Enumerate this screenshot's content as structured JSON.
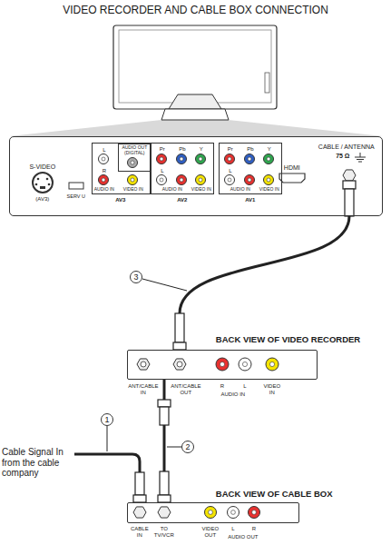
{
  "diagram": {
    "title": "VIDEO RECORDER AND CABLE BOX CONNECTION",
    "nodes": [
      {
        "text": [
          "S-VIDEO",
          "(AV3)",
          "SERV U",
          "HDMI",
          "CABLE / ANTENNA",
          "75 Ω"
        ]
      },
      {
        "text": [
          "AV3",
          "L",
          "R",
          "AUDIO IN",
          "VIDEO IN"
        ],
        "in": 0
      },
      {
        "text": [
          "AUDIO OUT (DIGITAL)"
        ],
        "in": 1
      },
      {
        "text": [
          "AV2",
          "Pr",
          "Pb",
          "Y",
          "L",
          "AUDIO IN",
          "VIDEO IN"
        ],
        "in": 0
      },
      {
        "text": [
          "AV1",
          "Pr",
          "Pb",
          "Y",
          "L",
          "AUDIO IN",
          "VIDEO IN"
        ],
        "in": 0
      },
      {
        "text": [
          "BACK VIEW OF VIDEO RECORDER",
          "ANT/CABLE IN",
          "ANT/CABLE OUT",
          "R",
          "L",
          "AUDIO IN",
          "VIDEO IN"
        ]
      },
      {
        "text": [
          "BACK VIEW OF CABLE BOX",
          "CABLE IN",
          "TO TV/VCR",
          "VIDEO OUT",
          "L",
          "R",
          "AUDIO OUT"
        ]
      }
    ],
    "edges": [
      {
        "from": 0,
        "to": 5,
        "arrow": "none"
      },
      {
        "from": 5,
        "to": 6,
        "arrow": "none"
      }
    ],
    "labels": [
      "3",
      "2",
      "1",
      "Cable Signal In from the cable company"
    ]
  }
}
